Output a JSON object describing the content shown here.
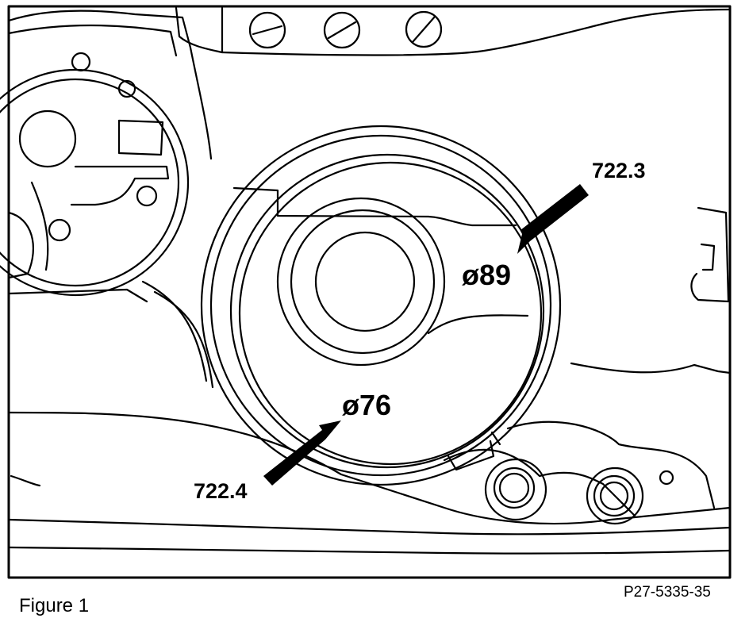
{
  "figure": {
    "caption": "Figure 1",
    "reference": "P27-5335-35"
  },
  "callouts": {
    "upper_part": "722.3",
    "lower_part": "722.4"
  },
  "diameters": {
    "upper": "ø89",
    "lower": "ø76"
  },
  "colors": {
    "ink": "#000000",
    "paper": "#ffffff"
  }
}
